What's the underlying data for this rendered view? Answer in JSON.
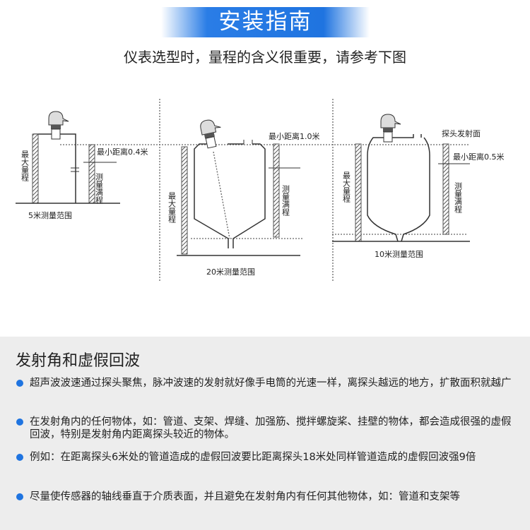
{
  "header": {
    "title": "安装指南",
    "subtitle": "仪表选型时，量程的含义很重要，请参考下图"
  },
  "diagrams": [
    {
      "min_distance": "最小距离0.4米",
      "full_range": "测量满程",
      "max_range": "最大量程",
      "range_label": "5米测量范围"
    },
    {
      "min_distance": "最小距离1.0米",
      "full_range": "测量满程",
      "max_range": "最大量程",
      "range_label": "20米测量范围"
    },
    {
      "probe_face": "探头发射面",
      "min_distance": "最小距离0.5米",
      "full_range": "测量满程",
      "max_range": "最大量程",
      "range_label": "10米测量范围"
    }
  ],
  "section": {
    "title": "发射角和虚假回波",
    "bullets": [
      "超声波波速通过探头聚焦，脉冲波速的发射就好像手电筒的光速一样，离探头越远的地方，扩散面积就越广",
      "在发射角内的任何物体，如：管道、支架、焊缝、加强筋、搅拌螺旋桨、挂壁的物体，都会造成很强的虚假回波，特别是发射角内距离探头较近的物体。",
      "例如：在距离探头6米处的管道造成的虚假回波要比距离探头18米处同样管道造成的虚假回波强9倍",
      "尽量使传感器的轴线垂直于介质表面，并且避免在发射角内有任何其他物体，如：管道和支架等"
    ]
  },
  "colors": {
    "accent": "#1f74e0",
    "panel": "#ededed"
  }
}
